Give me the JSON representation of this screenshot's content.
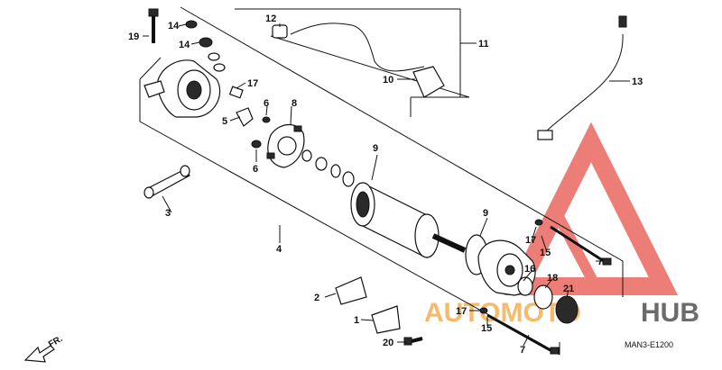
{
  "diagram": {
    "code": "MAN3-E1200",
    "direction_label": "FR.",
    "callouts": [
      {
        "id": "c19",
        "text": "19"
      },
      {
        "id": "c14a",
        "text": "14"
      },
      {
        "id": "c14b",
        "text": "14"
      },
      {
        "id": "c17a",
        "text": "17"
      },
      {
        "id": "c5",
        "text": "5"
      },
      {
        "id": "c6a",
        "text": "6"
      },
      {
        "id": "c6b",
        "text": "6"
      },
      {
        "id": "c8",
        "text": "8"
      },
      {
        "id": "c12",
        "text": "12"
      },
      {
        "id": "c11",
        "text": "11"
      },
      {
        "id": "c10",
        "text": "10"
      },
      {
        "id": "c13",
        "text": "13"
      },
      {
        "id": "c9a",
        "text": "9"
      },
      {
        "id": "c9b",
        "text": "9"
      },
      {
        "id": "c3",
        "text": "3"
      },
      {
        "id": "c4",
        "text": "4"
      },
      {
        "id": "c17b",
        "text": "17"
      },
      {
        "id": "c15a",
        "text": "15"
      },
      {
        "id": "c7a",
        "text": "7"
      },
      {
        "id": "c16",
        "text": "16"
      },
      {
        "id": "c18",
        "text": "18"
      },
      {
        "id": "c21",
        "text": "21"
      },
      {
        "id": "c2",
        "text": "2"
      },
      {
        "id": "c1",
        "text": "1"
      },
      {
        "id": "c17c",
        "text": "17"
      },
      {
        "id": "c15b",
        "text": "15"
      },
      {
        "id": "c20",
        "text": "20"
      },
      {
        "id": "c7b",
        "text": "7"
      }
    ]
  },
  "watermark": {
    "text_part1": "AUTOMOTO",
    "text_part2": "HUB",
    "color_primary": "#e8534a",
    "color_secondary": "#f2a33a",
    "color_dark": "#3a3a3a"
  }
}
